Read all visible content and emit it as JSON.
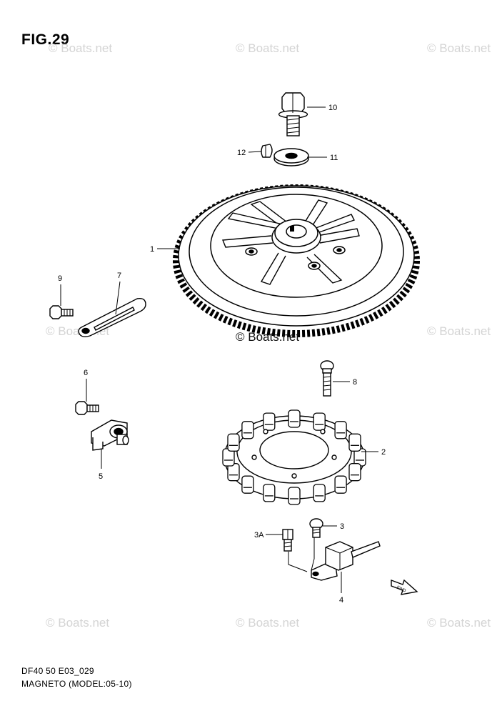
{
  "figure": {
    "title": "FIG.29",
    "caption_code": "DF40 50 E03_029",
    "caption_name": "MAGNETO (MODEL:05-10)"
  },
  "watermark": {
    "text": "© Boats.net",
    "center_text": "© Boats.net"
  },
  "fwd_marker": "FWD",
  "parts": [
    {
      "ref": "1"
    },
    {
      "ref": "2"
    },
    {
      "ref": "3"
    },
    {
      "ref": "3A"
    },
    {
      "ref": "4"
    },
    {
      "ref": "5"
    },
    {
      "ref": "6"
    },
    {
      "ref": "7"
    },
    {
      "ref": "8"
    },
    {
      "ref": "9"
    },
    {
      "ref": "10"
    },
    {
      "ref": "11"
    },
    {
      "ref": "12"
    }
  ]
}
